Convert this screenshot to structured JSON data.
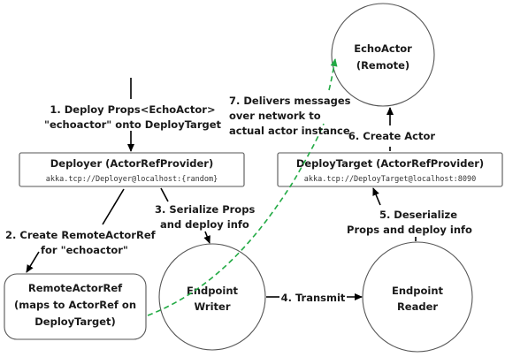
{
  "nodes": {
    "echo_actor": {
      "line1": "EchoActor",
      "line2": "(Remote)"
    },
    "deployer": {
      "title": "Deployer (ActorRefProvider)",
      "address": "akka.tcp://Deployer@localhost:{random}"
    },
    "deploy_target": {
      "title": "DeployTarget (ActorRefProvider)",
      "address": "akka.tcp://DeployTarget@localhost:8090"
    },
    "remote_actor_ref": {
      "line1": "RemoteActorRef",
      "line2": "(maps to ActorRef on",
      "line3": "DeployTarget)"
    },
    "endpoint_writer": {
      "line1": "Endpoint",
      "line2": "Writer"
    },
    "endpoint_reader": {
      "line1": "Endpoint",
      "line2": "Reader"
    }
  },
  "steps": {
    "s1": {
      "line1": "1. Deploy Props<EchoActor>",
      "line2": "\"echoactor\" onto DeployTarget"
    },
    "s2": {
      "line1": "2. Create RemoteActorRef",
      "line2": "for \"echoactor\""
    },
    "s3": {
      "line1": "3. Serialize Props",
      "line2": "and deploy info"
    },
    "s4": {
      "line1": "4. Transmit"
    },
    "s5": {
      "line1": "5. Deserialize",
      "line2": "Props and deploy info"
    },
    "s6": {
      "line1": "6. Create Actor"
    },
    "s7": {
      "line1": "7. Delivers messages",
      "line2": "over network to",
      "line3": "actual actor instance"
    }
  },
  "colors": {
    "edge": "#000000",
    "message_path": "#22aa44",
    "node_border": "#555555"
  }
}
